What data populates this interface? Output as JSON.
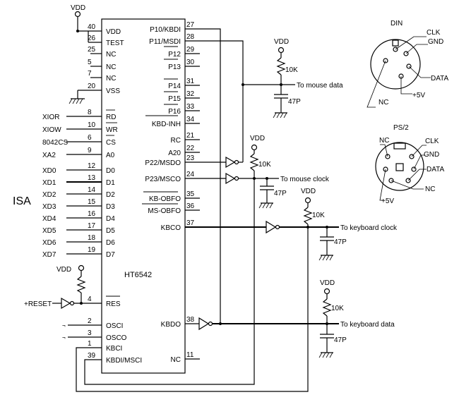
{
  "chip": {
    "name": "HT6542",
    "left_pins": [
      {
        "num": "40",
        "name": "VDD"
      },
      {
        "num": "26",
        "name": "TEST"
      },
      {
        "num": "25",
        "name": "NC"
      },
      {
        "num": "5",
        "name": "NC"
      },
      {
        "num": "7",
        "name": "NC"
      },
      {
        "num": "20",
        "name": "VSS"
      },
      {
        "num": "8",
        "name": "RD"
      },
      {
        "num": "10",
        "name": "WR"
      },
      {
        "num": "6",
        "name": "CS"
      },
      {
        "num": "9",
        "name": "A0"
      },
      {
        "num": "12",
        "name": "D0"
      },
      {
        "num": "13",
        "name": "D1"
      },
      {
        "num": "14",
        "name": "D2"
      },
      {
        "num": "15",
        "name": "D3"
      },
      {
        "num": "16",
        "name": "D4"
      },
      {
        "num": "17",
        "name": "D5"
      },
      {
        "num": "18",
        "name": "D6"
      },
      {
        "num": "19",
        "name": "D7"
      },
      {
        "num": "4",
        "name": "RES"
      },
      {
        "num": "2",
        "name": "OSCI"
      },
      {
        "num": "3",
        "name": "OSCO"
      },
      {
        "num": "1",
        "name": "KBCI"
      },
      {
        "num": "39",
        "name": "KBDI/MSCI"
      }
    ],
    "right_pins": [
      {
        "num": "27",
        "name": "P10/KBDI"
      },
      {
        "num": "28",
        "name": "P11/MSDI"
      },
      {
        "num": "29",
        "name": "P12"
      },
      {
        "num": "30",
        "name": "P13"
      },
      {
        "num": "31",
        "name": "P14"
      },
      {
        "num": "32",
        "name": "P15"
      },
      {
        "num": "33",
        "name": "P16"
      },
      {
        "num": "34",
        "name": "KBD-INH"
      },
      {
        "num": "21",
        "name": "RC"
      },
      {
        "num": "22",
        "name": "A20"
      },
      {
        "num": "23",
        "name": "P22/MSDO"
      },
      {
        "num": "24",
        "name": "P23/MSCO"
      },
      {
        "num": "35",
        "name": "KB-OBFO"
      },
      {
        "num": "36",
        "name": "MS-OBFO"
      },
      {
        "num": "37",
        "name": "KBCO"
      },
      {
        "num": "38",
        "name": "KBDO"
      },
      {
        "num": "11",
        "name": "NC"
      }
    ]
  },
  "bus": {
    "label": "ISA",
    "signals": [
      "XIOR",
      "XIOW",
      "8042CS",
      "XA2",
      "XD0",
      "XD1",
      "XD2",
      "XD3",
      "XD4",
      "XD5",
      "XD6",
      "XD7"
    ]
  },
  "reset_label": "+RESET",
  "vdd": "VDD",
  "resistor_label": "10K",
  "capacitor_label": "47P",
  "outputs": {
    "mouse_data": "To mouse data",
    "mouse_clock": "To mouse clock",
    "keyboard_clock": "To keyboard clock",
    "keyboard_data": "To keyboard data"
  },
  "din": {
    "title": "DIN",
    "labels": [
      "CLK",
      "GND",
      "DATA",
      "+5V",
      "NC"
    ]
  },
  "ps2": {
    "title": "PS/2",
    "labels": [
      "NC",
      "CLK",
      "GND",
      "DATA",
      "NC",
      "+5V"
    ]
  }
}
